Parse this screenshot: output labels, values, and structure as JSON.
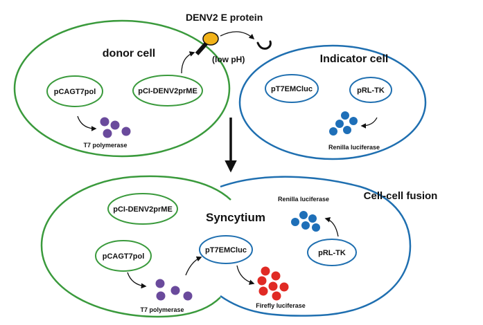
{
  "protein": {
    "label": "DENV2 E protein",
    "ph_label": "(low pH)"
  },
  "donor_cell": {
    "title": "donor cell",
    "plasmid_left": "pCAGT7pol",
    "plasmid_right": "pCI-DENV2prME",
    "product": "T7 polymerase"
  },
  "indicator_cell": {
    "title": "Indicator cell",
    "plasmid_left": "pT7EMCluc",
    "plasmid_right": "pRL-TK",
    "product": "Renilla luciferase"
  },
  "fusion": {
    "title": "Cell-cell fusion",
    "syncytium": "Syncytium",
    "plasmid_prme": "pCI-DENV2prME",
    "plasmid_cagt7": "pCAGT7pol",
    "plasmid_t7emc": "pT7EMCluc",
    "plasmid_rltk": "pRL-TK",
    "product_renilla": "Renilla luciferase",
    "product_t7": "T7 polymerase",
    "product_firefly": "Firefly luciferase"
  },
  "colors": {
    "green": "#3a9a3c",
    "blue": "#1f6fb0",
    "purple": "#6a4a9c",
    "dot_blue": "#1e6fb8",
    "red": "#e02a24",
    "yellow": "#f1b21a"
  }
}
